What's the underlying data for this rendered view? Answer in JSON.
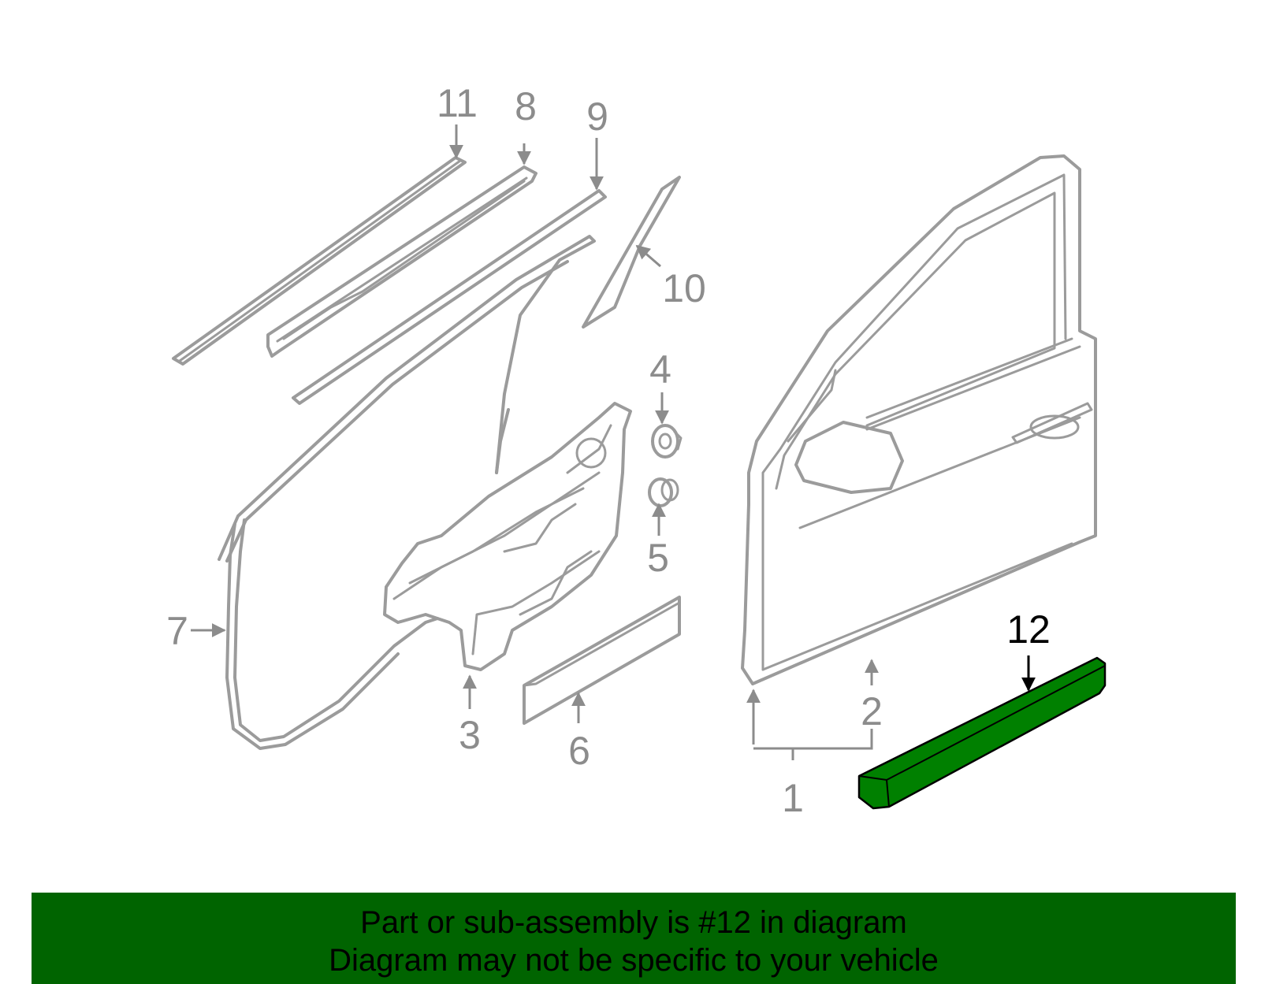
{
  "diagram": {
    "callouts": {
      "c1": "1",
      "c2": "2",
      "c3": "3",
      "c4": "4",
      "c5": "5",
      "c6": "6",
      "c7": "7",
      "c8": "8",
      "c9": "9",
      "c10": "10",
      "c11": "11",
      "c12": "12"
    },
    "highlighted_part": "12",
    "colors": {
      "highlight_fill": "#008000",
      "banner_bg": "#006400",
      "part_stroke": "#9b9b9b",
      "label_gray": "#8c8c8c"
    }
  },
  "banner": {
    "line1": "Part or sub-assembly is #12 in diagram",
    "line2": "Diagram may not be specific to your vehicle"
  }
}
